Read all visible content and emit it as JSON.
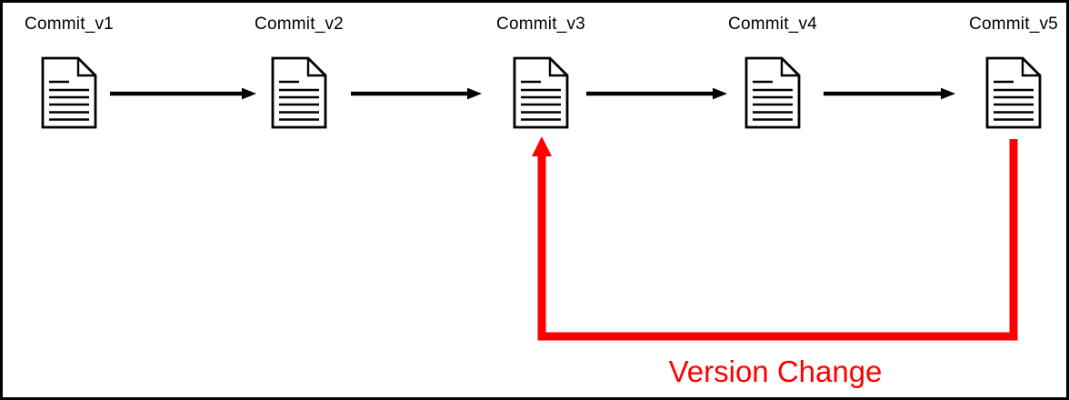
{
  "diagram": {
    "nodes": [
      {
        "id": "commit-v1",
        "label": "Commit_v1"
      },
      {
        "id": "commit-v2",
        "label": "Commit_v2"
      },
      {
        "id": "commit-v3",
        "label": "Commit_v3"
      },
      {
        "id": "commit-v4",
        "label": "Commit_v4"
      },
      {
        "id": "commit-v5",
        "label": "Commit_v5"
      }
    ],
    "flow_arrows": [
      {
        "from": "Commit_v1",
        "to": "Commit_v2"
      },
      {
        "from": "Commit_v2",
        "to": "Commit_v3"
      },
      {
        "from": "Commit_v3",
        "to": "Commit_v4"
      },
      {
        "from": "Commit_v4",
        "to": "Commit_v5"
      }
    ],
    "version_change": {
      "label": "Version Change",
      "from": "Commit_v5",
      "to": "Commit_v3"
    },
    "colors": {
      "background": "#ffffff",
      "border": "#000000",
      "flow_arrow": "#000000",
      "accent_red": "#ff0000"
    }
  }
}
